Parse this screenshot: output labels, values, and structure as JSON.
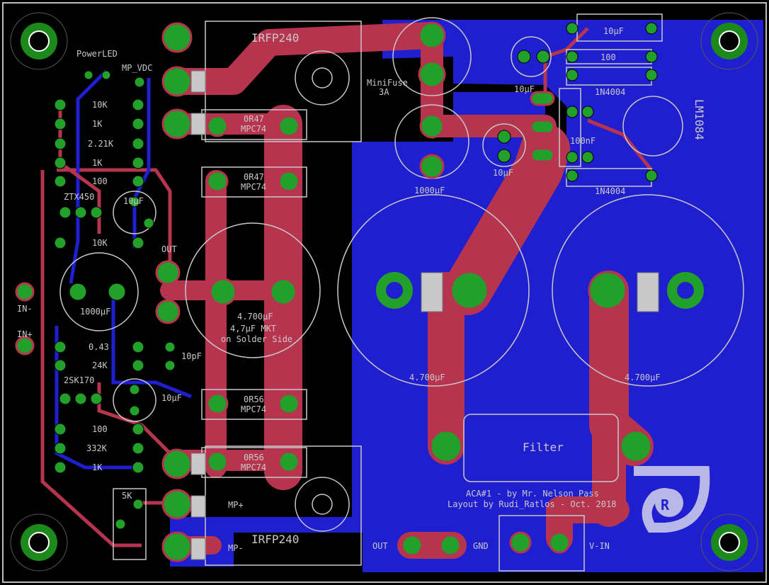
{
  "colors": {
    "background": "#000000",
    "top_copper": "#b7344f",
    "bottom_copper": "#1f1fd0",
    "pad": "#22a02a",
    "silkscreen": "#c8c8c8",
    "board_edge": "#bcbcbc"
  },
  "transistors": {
    "q_top": "IRFP240",
    "q_bottom": "IRFP240",
    "small_1": "ZTX450",
    "small_2": "2SK170"
  },
  "resistors": {
    "r1": "10K",
    "r2": "1K",
    "r3": "2.21K",
    "r4": "1K",
    "r5": "100",
    "r6": "10K",
    "r7": "0.43",
    "r8": "24K",
    "r9": "100",
    "r10": "332K",
    "r11": "1K",
    "r12": "100",
    "src1": "0R47",
    "src1_type": "MPC74",
    "src2": "0R47",
    "src2_type": "MPC74",
    "src3": "0R56",
    "src3_type": "MPC74",
    "src4": "0R56",
    "src4_type": "MPC74"
  },
  "capacitors": {
    "c_psu": "1000µF",
    "c_in": "1000µF",
    "c_out": "4.700µF",
    "c_out_note": "4,7µF MKT",
    "c_out_note2": "on Solder Side",
    "c_bulk1": "4.700µF",
    "c_bulk2": "4.700µF",
    "c_10u_a": "10µF",
    "c_10u_b": "10µF",
    "c_10u_c": "10µF",
    "c_10u_d": "10µF",
    "c_10u_e": "10µF",
    "c_10p": "10pF",
    "c_100n": "100nF"
  },
  "misc": {
    "power_led": "PowerLED",
    "mp_vdc": "MP_VDC",
    "minifuse": "MiniFuse",
    "minifuse_rating": "3A",
    "regulator": "LM1084",
    "diode1": "1N4004",
    "diode2": "1N4004",
    "trimmer": "5K",
    "filter": "Filter",
    "mp_plus": "MP+",
    "mp_minus": "MP-"
  },
  "connectors": {
    "in_minus": "IN-",
    "in_plus": "IN+",
    "out": "OUT",
    "out_bottom": "OUT",
    "gnd": "GND",
    "v_in": "V-IN"
  },
  "credits": {
    "line1": "ACA#1 - by Mr. Nelson Pass",
    "line2": "Layout by Rudi_Ratlos - Oct. 2018"
  }
}
